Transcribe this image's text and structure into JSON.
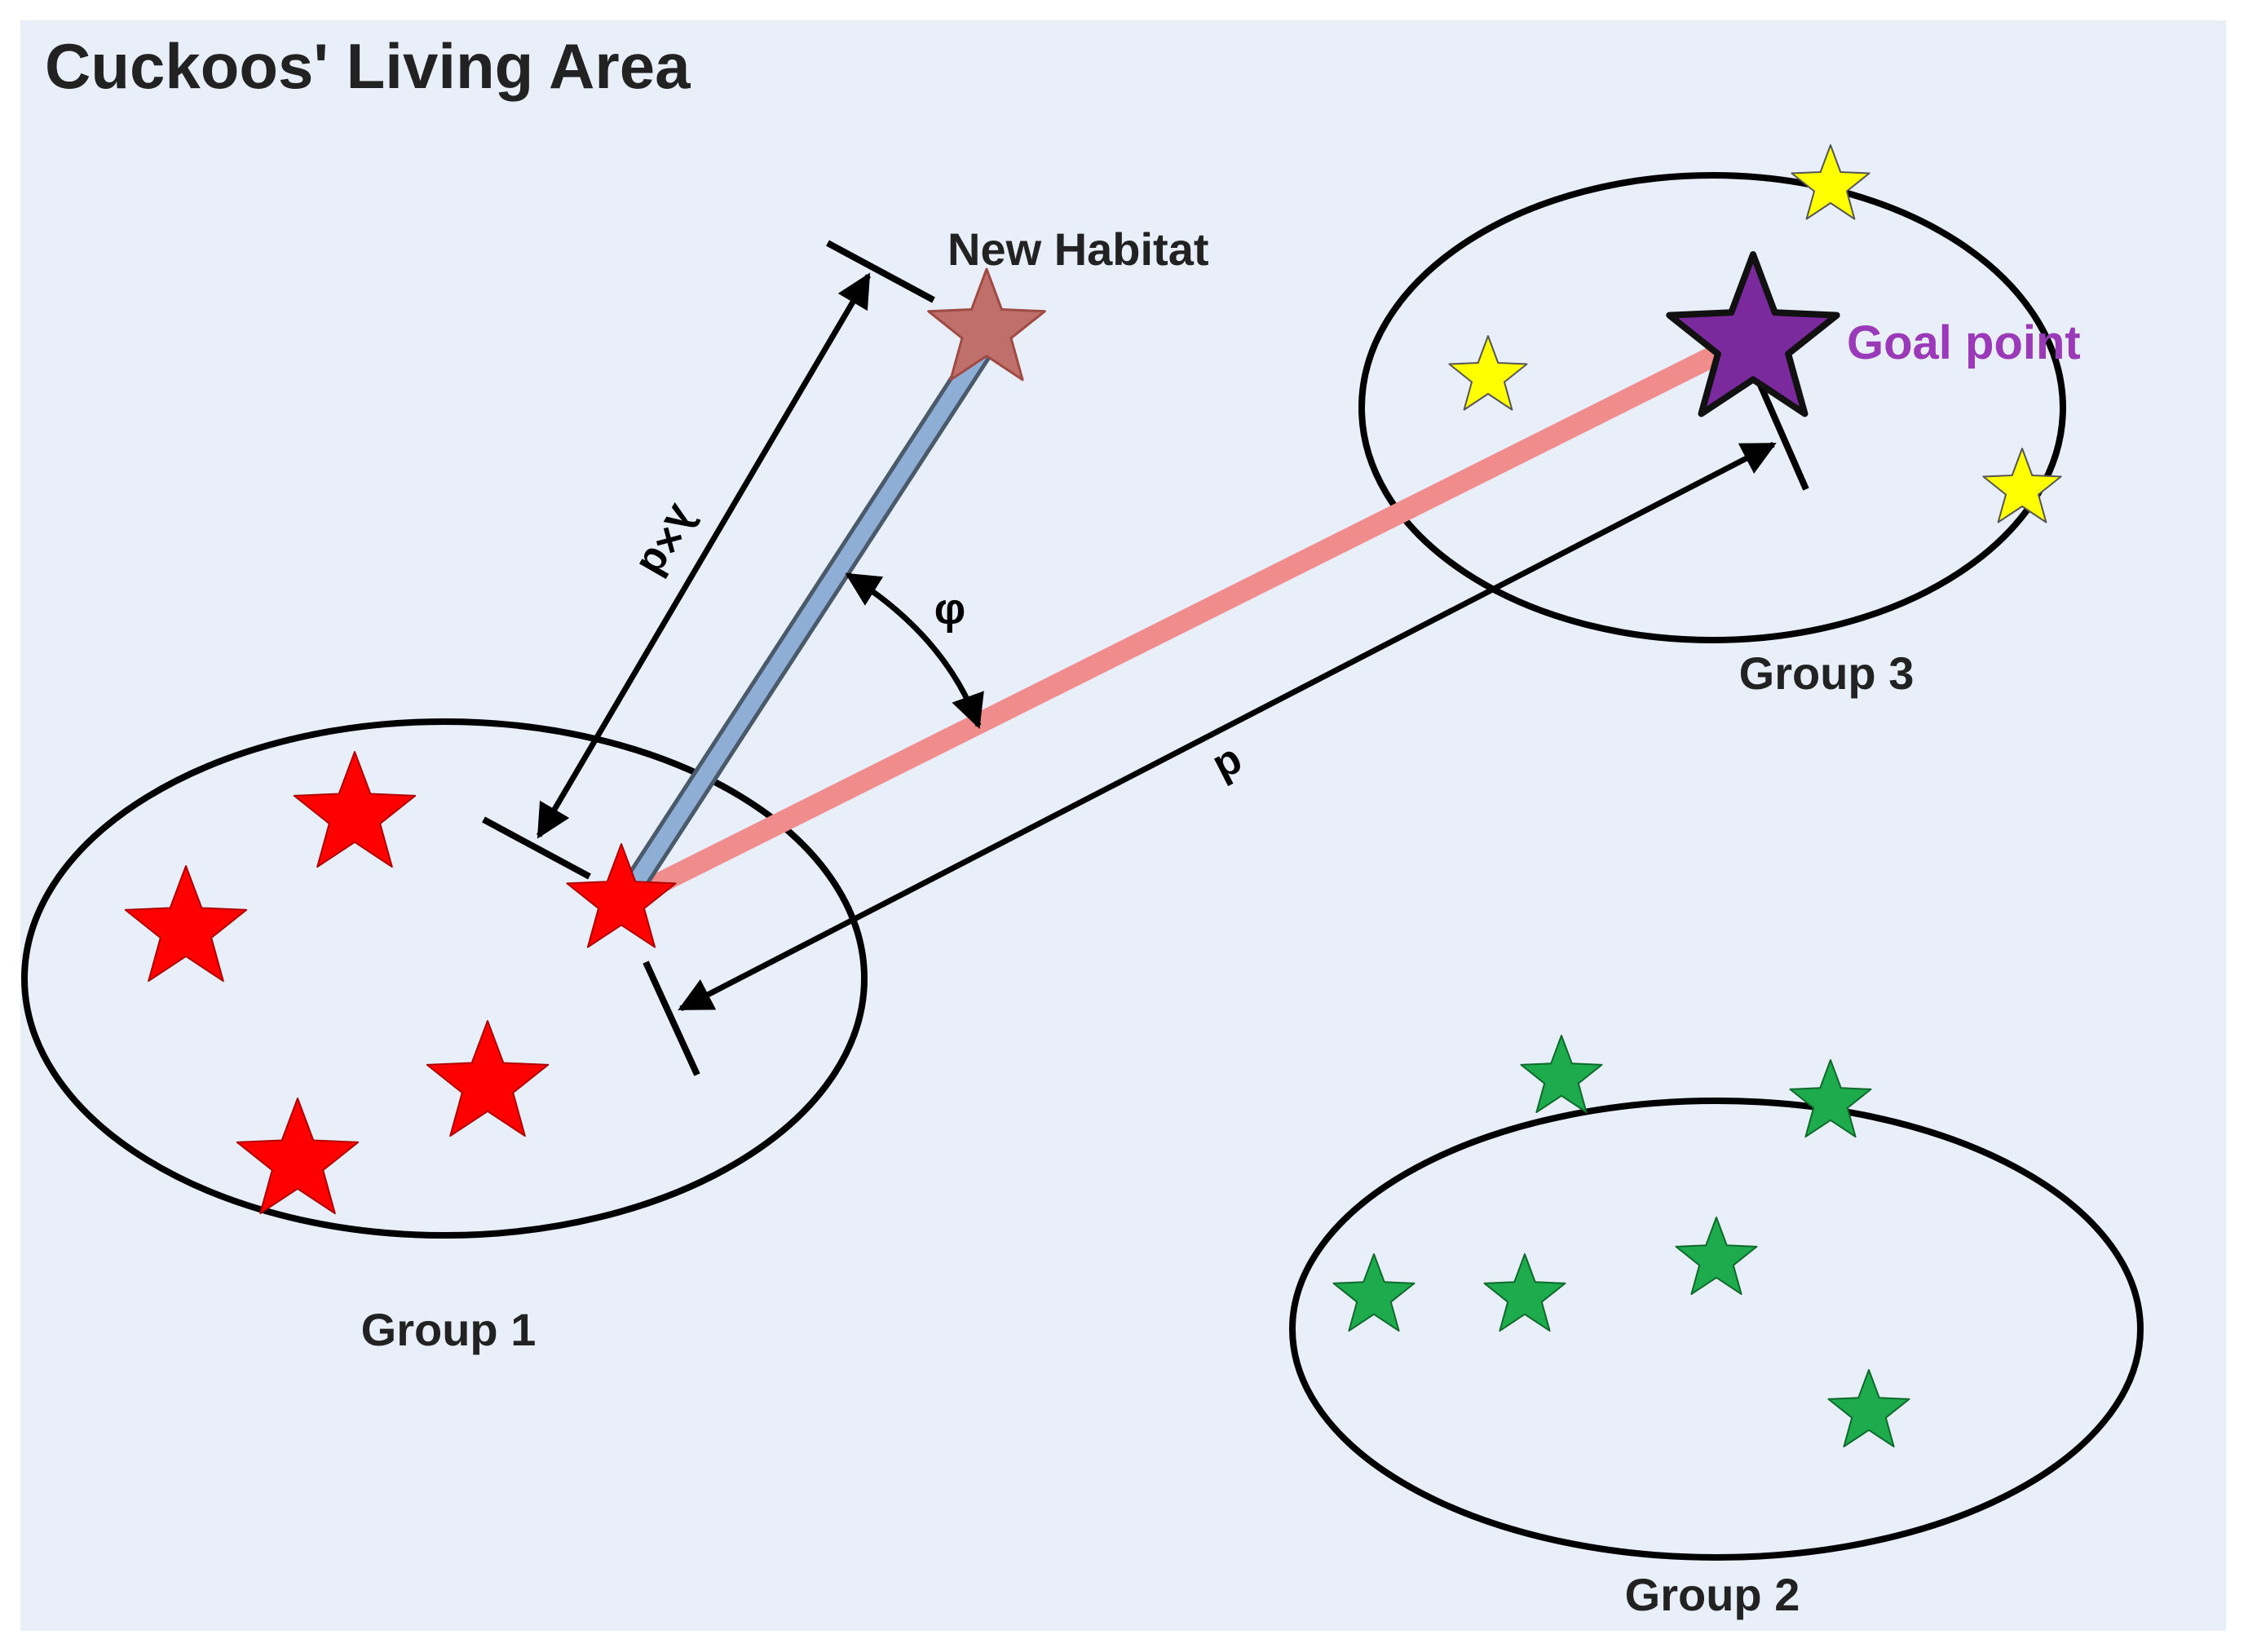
{
  "title": "Cuckoos' Living Area",
  "labels": {
    "new_habitat": "New Habitat",
    "goal_point": "Goal point",
    "lambda_d": "λ×d",
    "phi": "φ",
    "d": "d"
  },
  "groups": [
    {
      "id": "group-1",
      "label": "Group 1",
      "star_color": "red",
      "star_count": 5
    },
    {
      "id": "group-2",
      "label": "Group 2",
      "star_color": "green",
      "star_count": 6
    },
    {
      "id": "group-3",
      "label": "Group 3",
      "star_color": "yellow",
      "star_count": 3
    }
  ],
  "colors": {
    "background": "#e8eff9",
    "red_star": "#ff0000",
    "green_star": "#1eab4e",
    "yellow_star": "#ffff00",
    "goal_star": "#7b2a9e",
    "new_habitat_star": "#c0706a",
    "red_path": "#f08c8c",
    "blue_path": "#8eaed6",
    "goal_text": "#9a3ab8"
  }
}
